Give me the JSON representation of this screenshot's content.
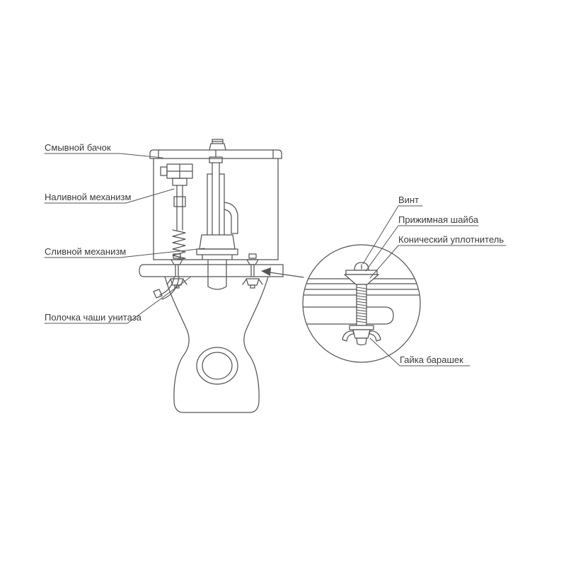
{
  "labels": {
    "flush_tank": "Смывной бачок",
    "fill_mechanism": "Наливной механизм",
    "drain_mechanism": "Сливной механизм",
    "bowl_shelf": "Полочка чаши унитаза",
    "screw": "Винт",
    "pressure_washer": "Прижимная шайба",
    "conical_seal": "Конический уплотнитель",
    "wing_nut": "Гайка барашек"
  },
  "colors": {
    "line": "#555555",
    "text": "#3a3a3a",
    "background": "#ffffff"
  }
}
